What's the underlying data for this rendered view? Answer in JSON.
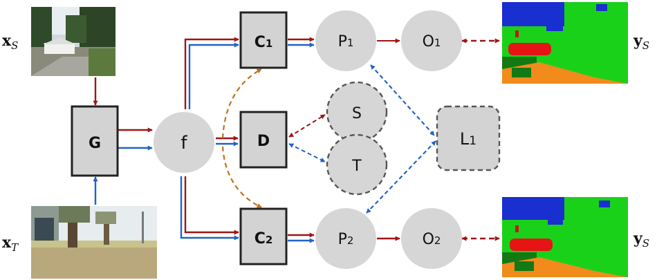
{
  "inputs": {
    "source_label": "x",
    "source_sub": "S",
    "target_label": "x",
    "target_sub": "T"
  },
  "outputs": {
    "top_label": "y",
    "top_sub": "S",
    "bottom_label": "y",
    "bottom_sub": "S"
  },
  "nodes": {
    "generator": "G",
    "feature": "f",
    "classifier1": {
      "main": "C",
      "sub": "1"
    },
    "classifier2": {
      "main": "C",
      "sub": "2"
    },
    "discriminator": "D",
    "pred1": {
      "main": "P",
      "sub": "1"
    },
    "pred2": {
      "main": "P",
      "sub": "2"
    },
    "out1": {
      "main": "O",
      "sub": "1"
    },
    "out2": {
      "main": "O",
      "sub": "2"
    },
    "source_domain": "S",
    "target_domain": "T",
    "loss": {
      "main": "L",
      "sub": "1"
    }
  },
  "colors": {
    "source_flow": "#a01414",
    "target_flow": "#1f63c6",
    "adversarial": "#c0701a",
    "box_fill": "#d3d3d3",
    "circle_fill": "#d6d6d6",
    "border": "#222222",
    "dashed_border": "#555555"
  }
}
